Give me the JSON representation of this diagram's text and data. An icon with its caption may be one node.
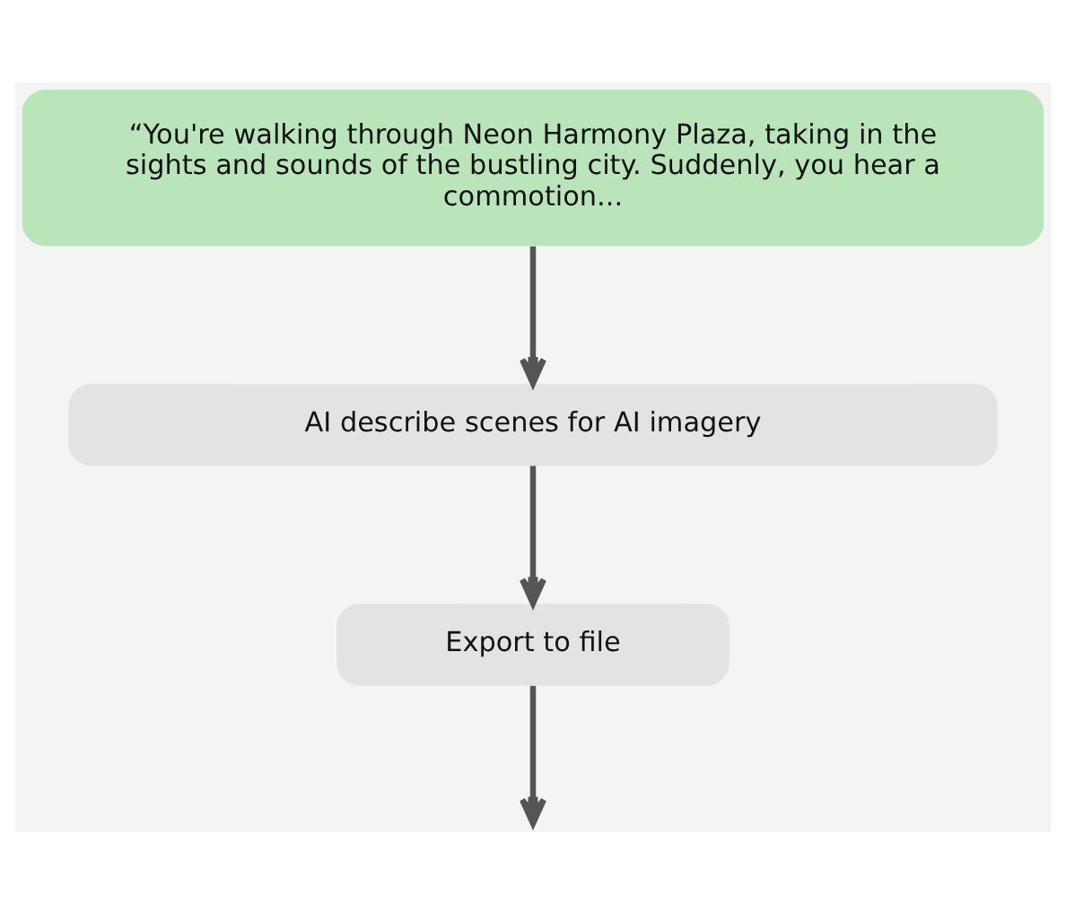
{
  "diagram": {
    "nodes": [
      {
        "text": [
          "“You're walking through Neon Harmony Plaza, taking in the sights and sounds of the bustling city. Suddenly, you hear a commotion..."
        ]
      },
      {
        "text": [
          "AI describe scenes for AI imagery"
        ]
      },
      {
        "text": [
          "Export to file"
        ]
      }
    ],
    "edges": [
      {
        "from": 0,
        "to": 1,
        "arrow": "to"
      },
      {
        "from": 1,
        "to": 2,
        "arrow": "to"
      },
      {
        "from": 2,
        "to": null,
        "arrow": "to"
      }
    ]
  }
}
